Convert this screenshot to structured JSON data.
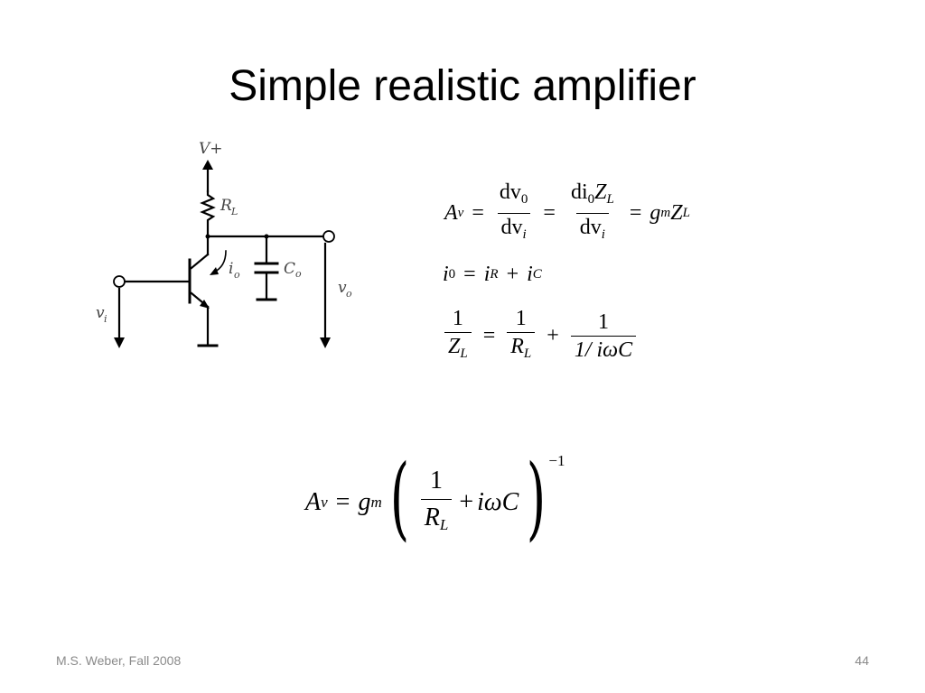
{
  "slide": {
    "title": "Simple realistic amplifier",
    "footer_left": "M.S. Weber, Fall 2008",
    "page_number": "44"
  },
  "circuit": {
    "supply_label": "V+",
    "load_label": "R",
    "load_label_sub": "L",
    "current_label": "i",
    "current_label_sub": "o",
    "cap_label": "C",
    "cap_label_sub": "o",
    "input_label": "v",
    "input_label_sub": "i",
    "output_label": "v",
    "output_label_sub": "o"
  },
  "equations": {
    "gain": {
      "lhs": "A",
      "lhs_sub": "v",
      "f1_num": "dv",
      "f1_num_sub": "0",
      "f1_den": "dv",
      "f1_den_sub": "i",
      "f2_num_d": "di",
      "f2_num_sub": "0",
      "f2_num_z": "Z",
      "f2_num_z_sub": "L",
      "f2_den": "dv",
      "f2_den_sub": "i",
      "rhs_g": "g",
      "rhs_g_sub": "m",
      "rhs_z": "Z",
      "rhs_z_sub": "L"
    },
    "current": {
      "i0": "i",
      "i0_sub": "0",
      "iR": "i",
      "iR_sub": "R",
      "iC": "i",
      "iC_sub": "C"
    },
    "impedance": {
      "l_num": "1",
      "l_den": "Z",
      "l_den_sub": "L",
      "r1_num": "1",
      "r1_den": "R",
      "r1_den_sub": "L",
      "r2_num": "1",
      "r2_den": "1/ iωC"
    },
    "result": {
      "lhs": "A",
      "lhs_sub": "v",
      "g": "g",
      "g_sub": "m",
      "num": "1",
      "den": "R",
      "den_sub": "L",
      "term": "iωC",
      "exponent": "−1"
    }
  }
}
